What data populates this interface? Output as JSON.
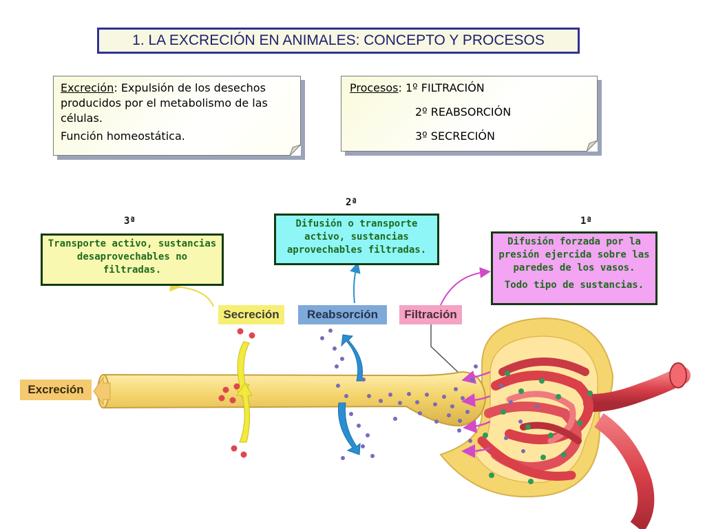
{
  "title": "1. LA EXCRECIÓN EN ANIMALES: CONCEPTO Y PROCESOS",
  "note_excrecion": {
    "term": "Excreción",
    "definition": ": Expulsión de los desechos producidos por el metabolismo de las células.",
    "function": "Función homeostática."
  },
  "note_procesos": {
    "term": "Procesos",
    "steps": [
      ": 1º FILTRACIÓN",
      "2º REABSORCIÓN",
      "3º SECRECIÓN"
    ]
  },
  "step_tags": {
    "first": "1ª",
    "second": "2ª",
    "third": "3ª"
  },
  "boxes": {
    "secretion": "Transporte activo, sustancias desaprovechables no filtradas.",
    "reabsorption": "Difusión o transporte activo, sustancias aprovechables filtradas.",
    "filtration": "Difusión forzada por la presión ejercida sobre las paredes de los vasos.",
    "filtration_extra": "Todo tipo de sustancias."
  },
  "labels": {
    "secretion": "Secreción",
    "reabsorption": "Reabsorción",
    "filtration": "Filtración",
    "excretion": "Excreción"
  },
  "colors": {
    "title_border": "#2f3193",
    "tubule": "#f3d46a",
    "vessel": "#d9404a",
    "arrow_secretion": "#f2ea3c",
    "arrow_reabsorption": "#2a8fd0",
    "arrow_filtration": "#d24ac8",
    "solute_red": "#e0464f",
    "solute_violet": "#7a6ab8",
    "solute_green": "#2f9a5a"
  },
  "icons": [
    "folded-corner-icon",
    "excretion-arrow-icon",
    "secretion-arrow-icon",
    "reabsorption-arrow-icon",
    "filtration-arrow-icon"
  ]
}
